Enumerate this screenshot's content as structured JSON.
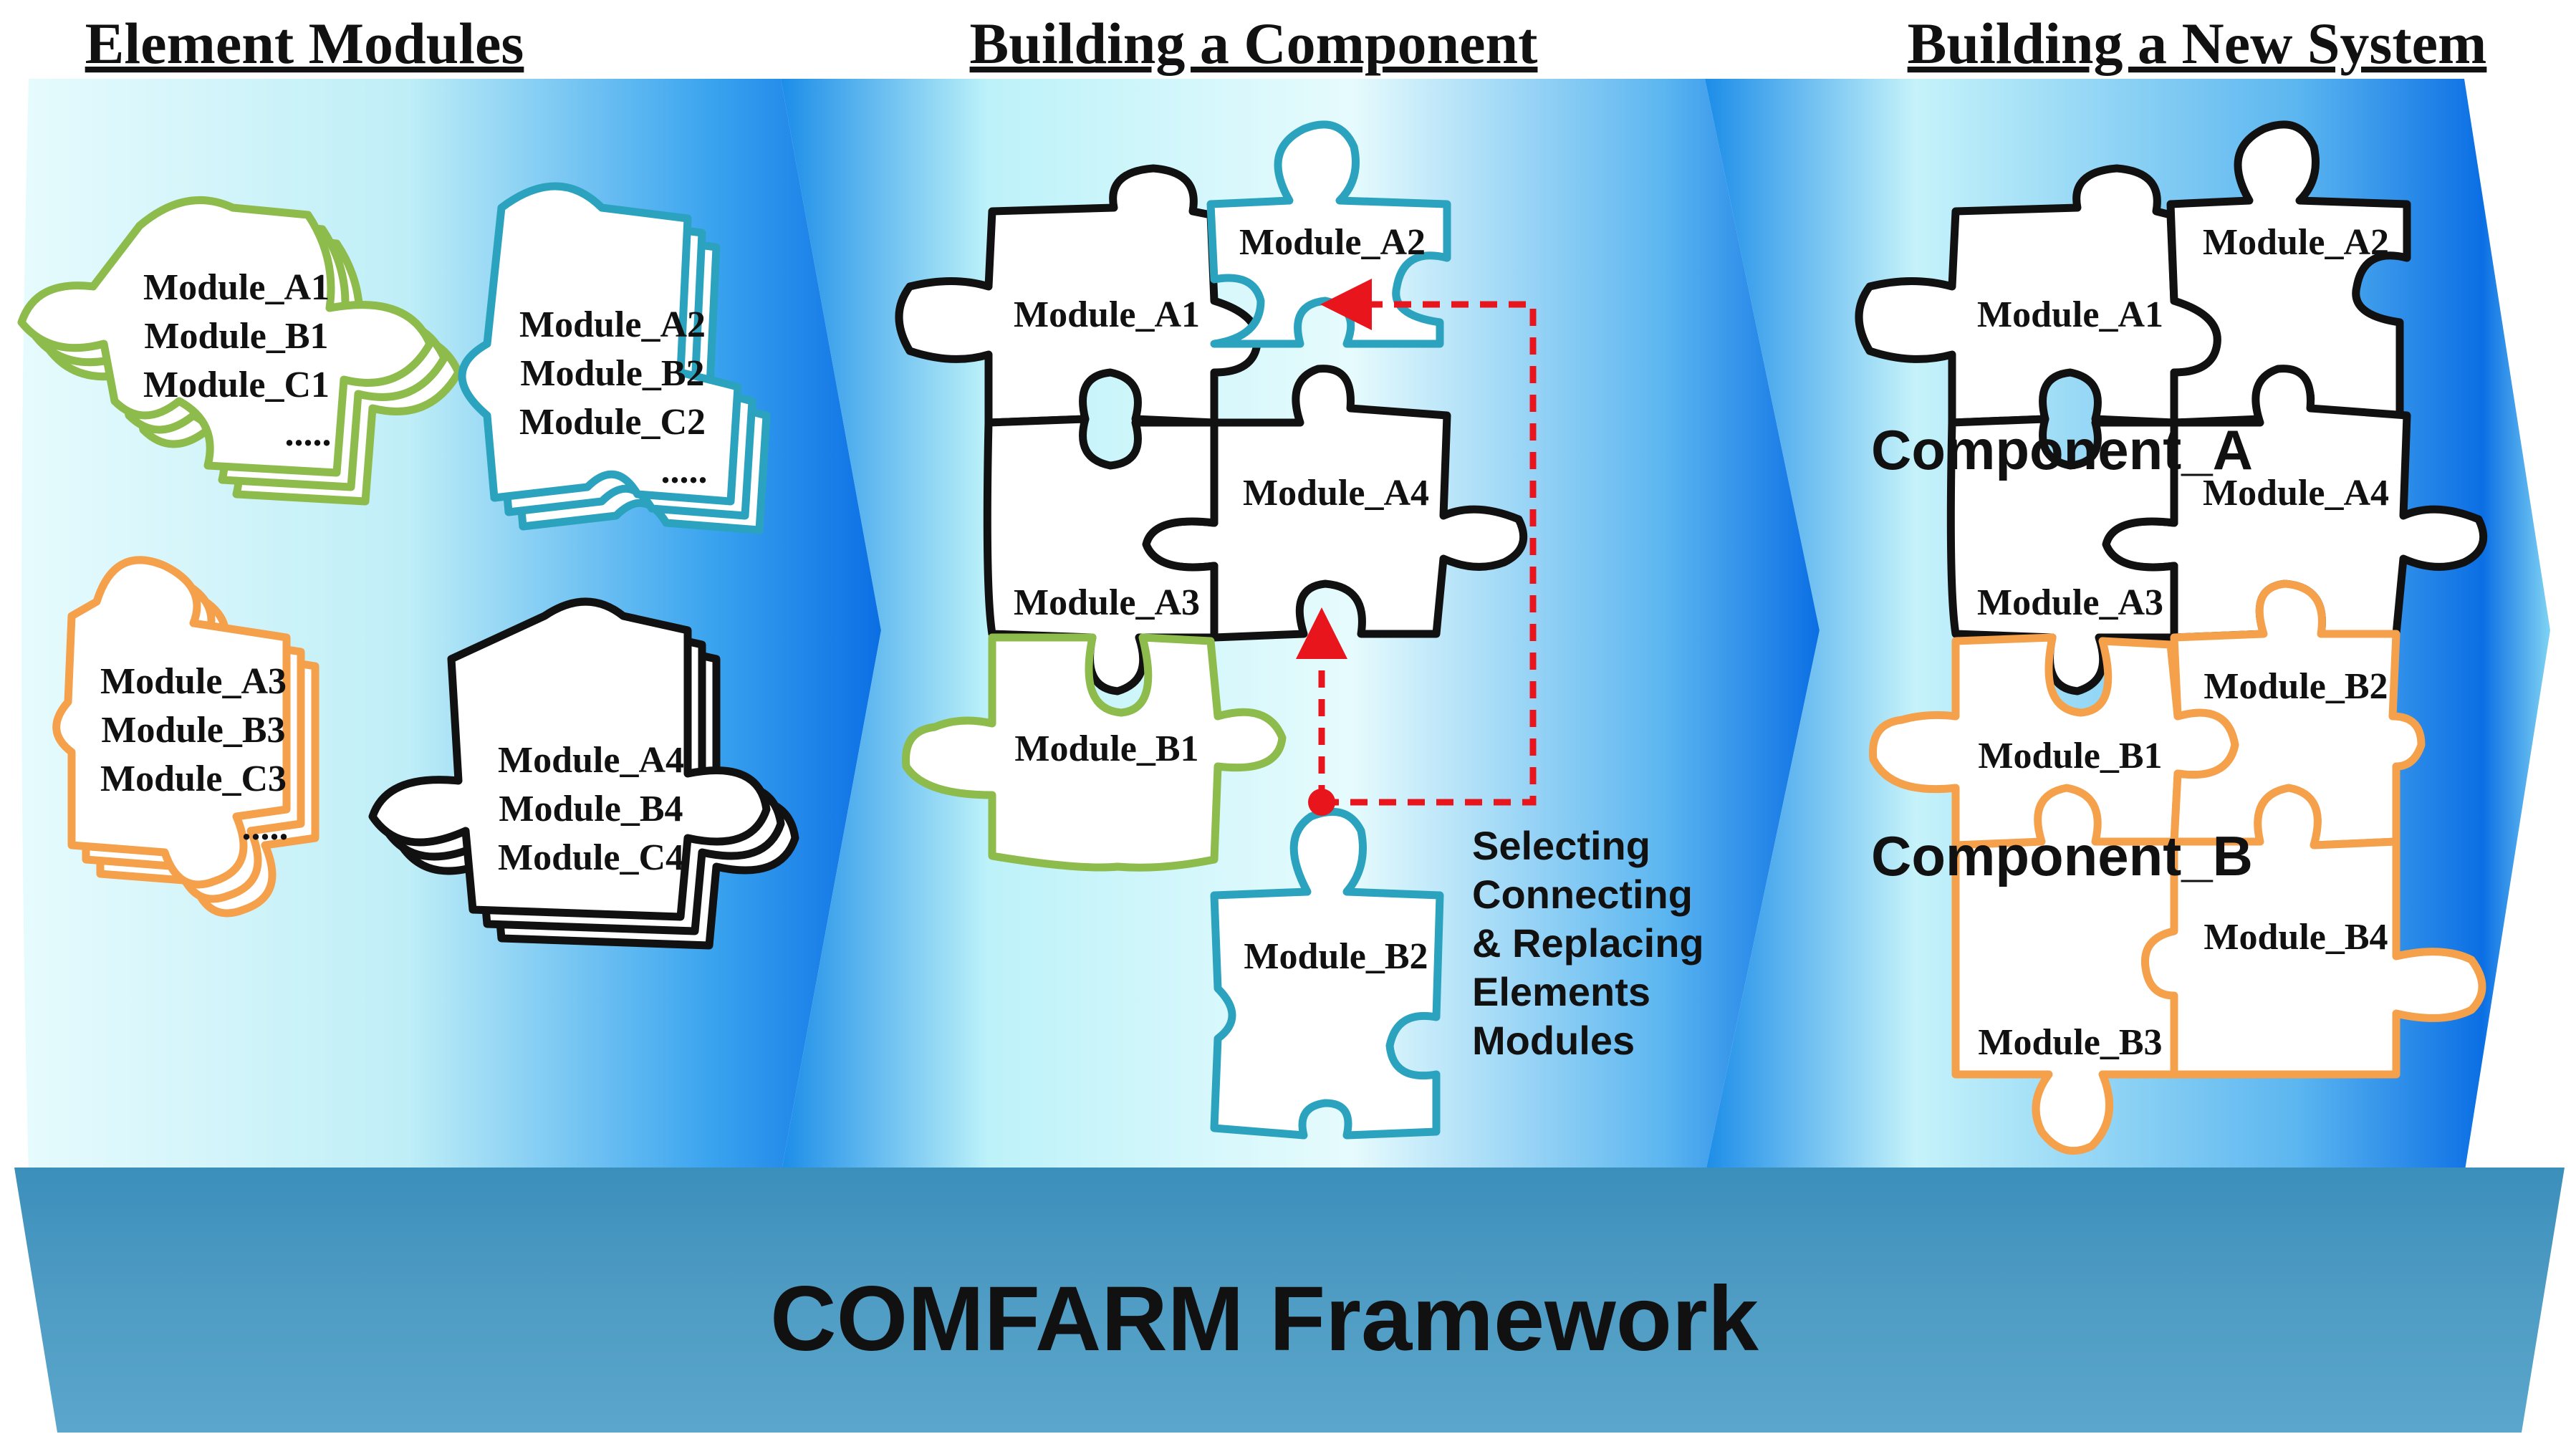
{
  "sections": {
    "s1_title": "Element Modules",
    "s2_title": "Building a Component",
    "s3_title": "Building a New System"
  },
  "footer": {
    "title": "COMFARM Framework"
  },
  "colors": {
    "green": "#8dbb4c",
    "teal": "#2ba3bf",
    "orange": "#f5a04a",
    "black": "#111111",
    "arrow_red": "#e8161c",
    "panel_blue": "#1479e6",
    "panel_light": "#d8f7fb",
    "footer_blue": "#4b98bf"
  },
  "element_modules": {
    "green_stack": [
      "Module_A1",
      "Module_B1",
      "Module_C1",
      "....."
    ],
    "teal_stack": [
      "Module_A2",
      "Module_B2",
      "Module_C2",
      "....."
    ],
    "orange_stack": [
      "Module_A3",
      "Module_B3",
      "Module_C3",
      "....."
    ],
    "black_stack": [
      "Module_A4",
      "Module_B4",
      "Module_C4",
      "....."
    ]
  },
  "component": {
    "a1": "Module_A1",
    "a2": "Module_A2",
    "a3": "Module_A3",
    "a4": "Module_A4",
    "b1": "Module_B1",
    "b2": "Module_B2",
    "note_lines": [
      "Selecting",
      "Connecting",
      "& Replacing",
      "Elements",
      "Modules"
    ]
  },
  "system": {
    "a1": "Module_A1",
    "a2": "Module_A2",
    "a3": "Module_A3",
    "a4": "Module_A4",
    "b1": "Module_B1",
    "b2": "Module_B2",
    "b3": "Module_B3",
    "b4": "Module_B4",
    "component_a": "Component_A",
    "component_b": "Component_B"
  }
}
